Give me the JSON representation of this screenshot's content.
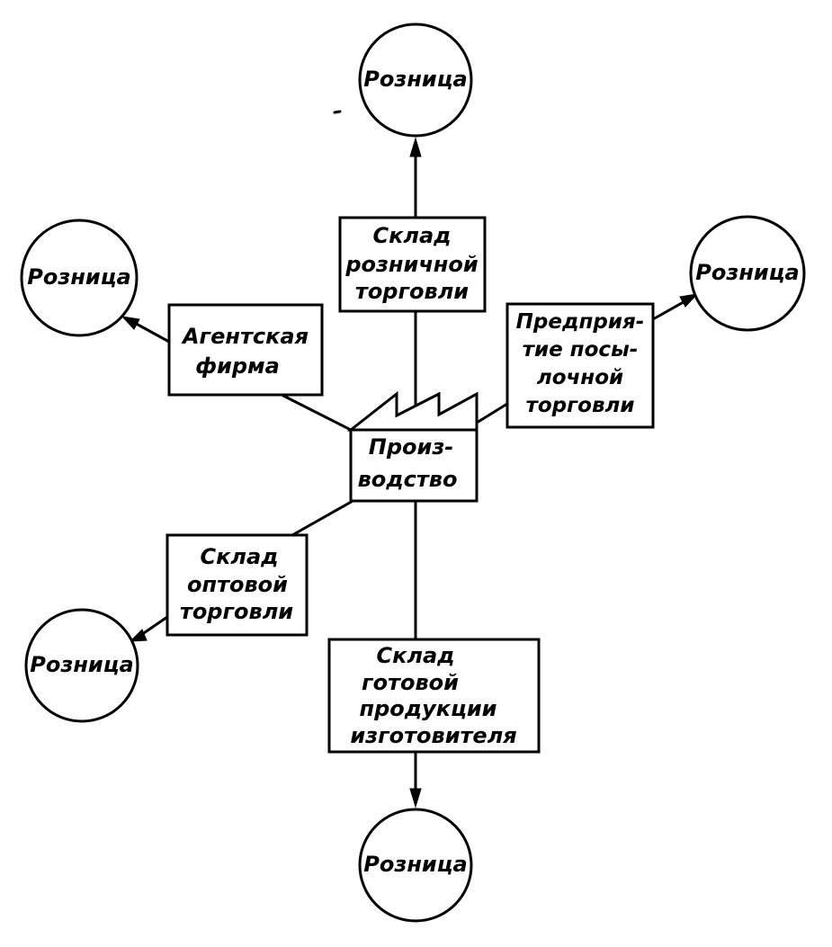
{
  "diagram": {
    "center": {
      "label_line_1": "Произ-",
      "label_line_2": "водство"
    },
    "nodes": {
      "retail_warehouse": {
        "line_1": "Склад",
        "line_2": "розничной",
        "line_3": "торговли"
      },
      "agent_firm": {
        "line_1": "Агентская",
        "line_2": "фирма"
      },
      "mail_order": {
        "line_1": "Предприя-",
        "line_2": "тие посы-",
        "line_3": "лочной",
        "line_4": "торговли"
      },
      "wholesale_warehouse": {
        "line_1": "Склад",
        "line_2": "оптовой",
        "line_3": "торговли"
      },
      "manufacturer_warehouse": {
        "line_1": "Склад",
        "line_2": "готовой",
        "line_3": "продукции",
        "line_4": "изготовителя"
      }
    },
    "retail": {
      "top": "Розница",
      "left": "Розница",
      "right": "Розница",
      "bottom_left": "Розница",
      "bottom": "Розница"
    }
  }
}
